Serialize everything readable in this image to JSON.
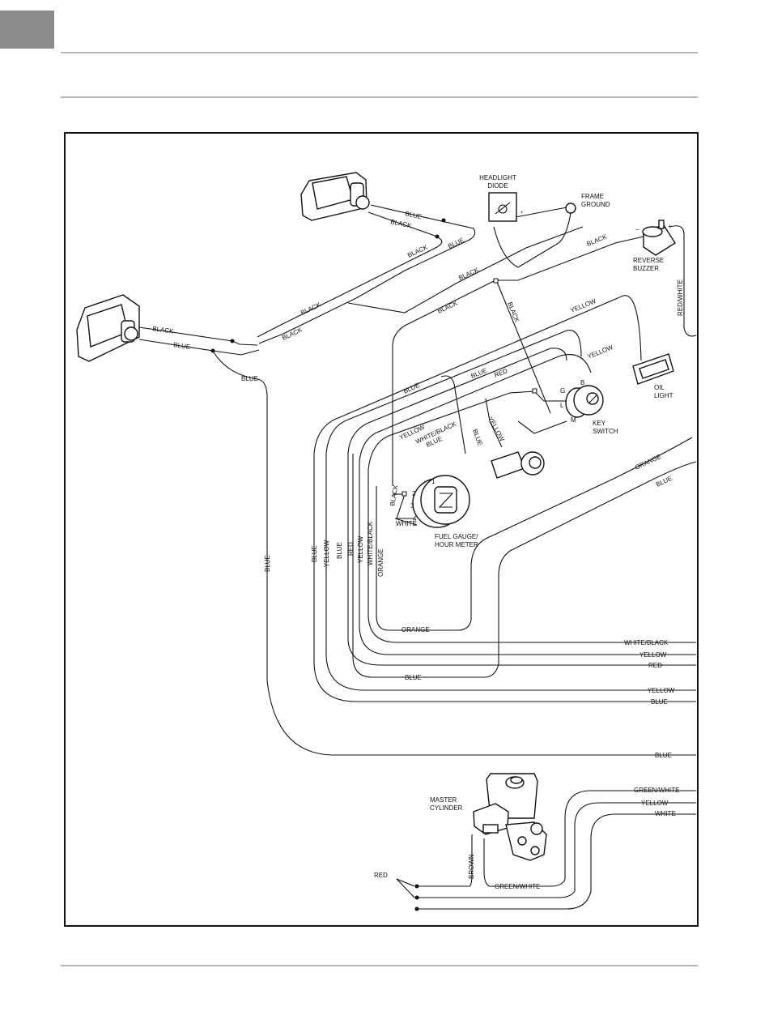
{
  "components": {
    "headlight_diode": "HEADLIGHT\nDIODE",
    "frame_ground": "FRAME\nGROUND",
    "reverse_buzzer": "REVERSE\nBUZZER",
    "oil_light": "OIL\nLIGHT",
    "key_switch": "KEY\nSWITCH",
    "fuel_gauge": "FUEL GAUGE/\nHOUR METER",
    "master_cylinder": "MASTER\nCYLINDER",
    "plus": "+",
    "minus": "−"
  },
  "key_terminals": {
    "b": "B",
    "g": "G",
    "l": "L",
    "m": "M"
  },
  "gauge_terminals": {
    "t1": "1",
    "t2": "2",
    "t3": "3",
    "t4": "4"
  },
  "wire_labels": {
    "blue": "BLUE",
    "black": "BLACK",
    "yellow": "YELLOW",
    "red": "RED",
    "orange": "ORANGE",
    "white": "WHITE",
    "white_black": "WHITE/BLACK",
    "red_white": "RED/WHITE",
    "green_white": "GREEN/WHITE",
    "brown": "BROWN"
  }
}
